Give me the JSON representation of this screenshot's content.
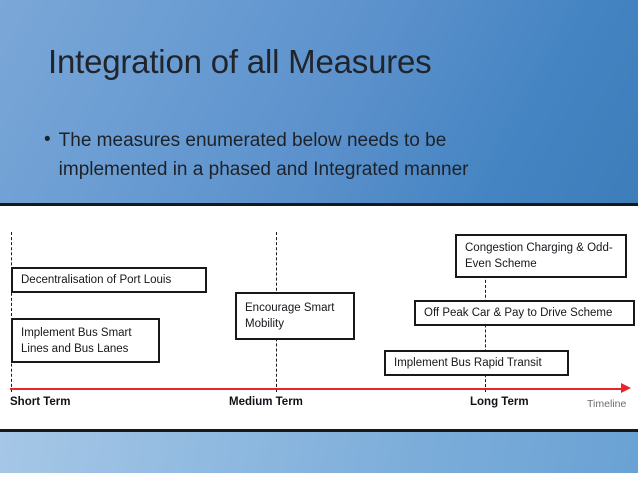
{
  "slide": {
    "title": "Integration of all Measures",
    "bullet_marker": "•",
    "bullet_text": "The measures enumerated below needs to be implemented in a phased and Integrated manner"
  },
  "timeline": {
    "axis_color": "#e8252a",
    "phases": [
      {
        "id": "short",
        "label": "Short Term"
      },
      {
        "id": "medium",
        "label": "Medium Term"
      },
      {
        "id": "long",
        "label": "Long Term"
      }
    ],
    "axis_caption": "Timeline",
    "measures": [
      {
        "id": "decentralisation",
        "label": "Decentralisation of Port Louis"
      },
      {
        "id": "bus-smart-lines",
        "label": "Implement Bus Smart Lines and Bus Lanes"
      },
      {
        "id": "encourage-mobility",
        "label": "Encourage Smart Mobility"
      },
      {
        "id": "congestion",
        "label": "Congestion Charging & Odd-Even Scheme"
      },
      {
        "id": "off-peak",
        "label": "Off Peak Car & Pay to Drive Scheme"
      },
      {
        "id": "brt",
        "label": "Implement Bus Rapid Transit"
      }
    ]
  }
}
